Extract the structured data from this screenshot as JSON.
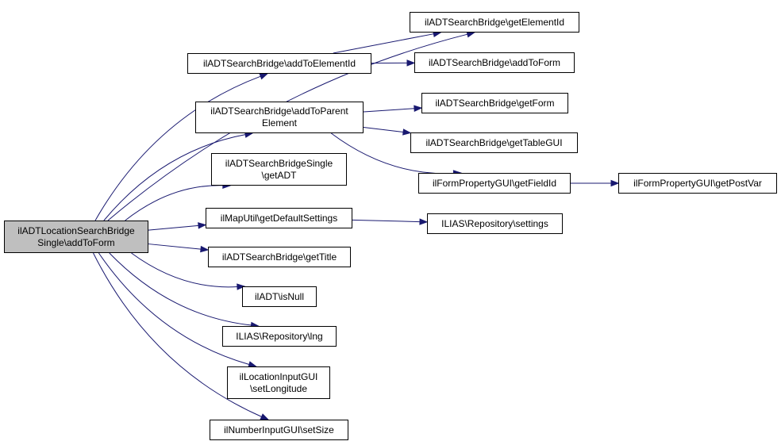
{
  "diagram": {
    "root": {
      "id": "root",
      "lines": [
        "ilADTLocationSearchBridge",
        "Single\\addToForm"
      ]
    },
    "nodes": [
      {
        "id": "getElementId",
        "lines": [
          "ilADTSearchBridge\\getElementId"
        ]
      },
      {
        "id": "addToElementId",
        "lines": [
          "ilADTSearchBridge\\addToElementId"
        ]
      },
      {
        "id": "addToForm",
        "lines": [
          "ilADTSearchBridge\\addToForm"
        ]
      },
      {
        "id": "addToParentElement",
        "lines": [
          "ilADTSearchBridge\\addToParent",
          "Element"
        ]
      },
      {
        "id": "getForm",
        "lines": [
          "ilADTSearchBridge\\getForm"
        ]
      },
      {
        "id": "getTableGUI",
        "lines": [
          "ilADTSearchBridge\\getTableGUI"
        ]
      },
      {
        "id": "getADT",
        "lines": [
          "ilADTSearchBridgeSingle",
          "\\getADT"
        ]
      },
      {
        "id": "getFieldId",
        "lines": [
          "ilFormPropertyGUI\\getFieldId"
        ]
      },
      {
        "id": "getPostVar",
        "lines": [
          "ilFormPropertyGUI\\getPostVar"
        ]
      },
      {
        "id": "getDefaultSettings",
        "lines": [
          "ilMapUtil\\getDefaultSettings"
        ]
      },
      {
        "id": "settings",
        "lines": [
          "ILIAS\\Repository\\settings"
        ]
      },
      {
        "id": "getTitle",
        "lines": [
          "ilADTSearchBridge\\getTitle"
        ]
      },
      {
        "id": "isNull",
        "lines": [
          "ilADT\\isNull"
        ]
      },
      {
        "id": "lng",
        "lines": [
          "ILIAS\\Repository\\lng"
        ]
      },
      {
        "id": "setLongitude",
        "lines": [
          "ilLocationInputGUI",
          "\\setLongitude"
        ]
      },
      {
        "id": "setSize",
        "lines": [
          "ilNumberInputGUI\\setSize"
        ]
      }
    ],
    "edges": [
      {
        "from": "root",
        "to": "getElementId"
      },
      {
        "from": "root",
        "to": "addToElementId"
      },
      {
        "from": "root",
        "to": "addToParentElement"
      },
      {
        "from": "root",
        "to": "getADT"
      },
      {
        "from": "root",
        "to": "getDefaultSettings"
      },
      {
        "from": "root",
        "to": "getTitle"
      },
      {
        "from": "root",
        "to": "isNull"
      },
      {
        "from": "root",
        "to": "lng"
      },
      {
        "from": "root",
        "to": "setLongitude"
      },
      {
        "from": "root",
        "to": "setSize"
      },
      {
        "from": "addToElementId",
        "to": "getElementId"
      },
      {
        "from": "addToElementId",
        "to": "addToForm"
      },
      {
        "from": "addToParentElement",
        "to": "getForm"
      },
      {
        "from": "addToParentElement",
        "to": "getTableGUI"
      },
      {
        "from": "addToParentElement",
        "to": "getFieldId"
      },
      {
        "from": "getFieldId",
        "to": "getPostVar"
      },
      {
        "from": "getDefaultSettings",
        "to": "settings"
      }
    ],
    "colors": {
      "edge": "#191970",
      "root_fill": "#bfbfbf",
      "node_fill": "#ffffff",
      "border": "#000000"
    }
  }
}
